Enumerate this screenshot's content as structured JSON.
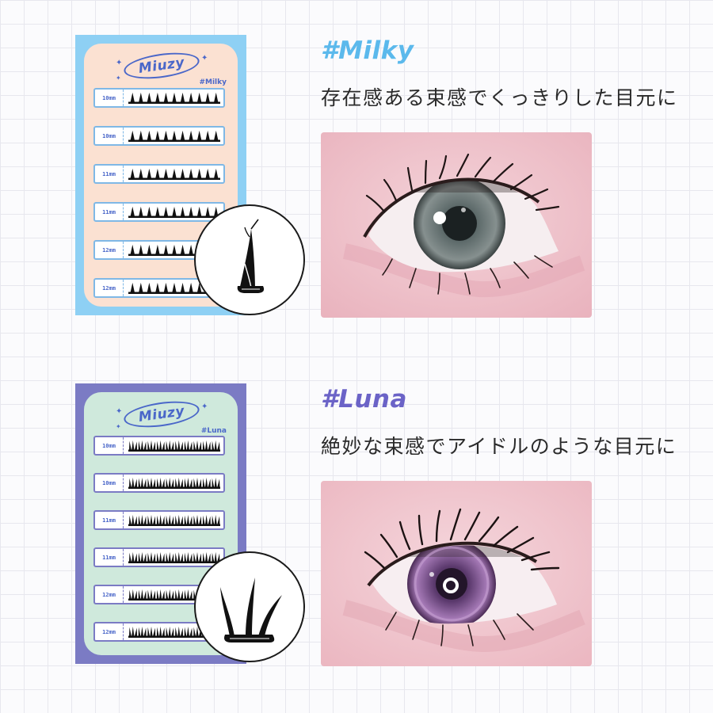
{
  "brand": "Miuzy",
  "products": [
    {
      "id": "milky",
      "title": "#Milky",
      "tagline": "存在感ある束感でくっきりした目元に",
      "card_tag": "#Milky",
      "rows": [
        "10mm",
        "10mm",
        "11mm",
        "11mm",
        "12mm",
        "12mm"
      ],
      "colors": {
        "title": "#5bb9ec",
        "card_border": "#8ed0f4",
        "card_fill": "#fbe1d2",
        "row_border": "#7fb8e6",
        "accent": "#4a67c9",
        "iris": "#6f7a78"
      },
      "icons": [
        "sparkle-icon",
        "single-lash-cluster-icon"
      ],
      "lash_style": "spike"
    },
    {
      "id": "luna",
      "title": "#Luna",
      "tagline": "絶妙な束感でアイドルのような目元に",
      "card_tag": "#Luna",
      "rows": [
        "10mm",
        "10mm",
        "11mm",
        "11mm",
        "12mm",
        "12mm"
      ],
      "colors": {
        "title": "#6b63c7",
        "card_border": "#7b7bc4",
        "card_fill": "#cfe9dc",
        "row_border": "#7b7bc4",
        "accent": "#4a67c9",
        "iris": "#7a4a8a"
      },
      "icons": [
        "sparkle-icon",
        "triple-lash-cluster-icon"
      ],
      "lash_style": "fan"
    }
  ]
}
